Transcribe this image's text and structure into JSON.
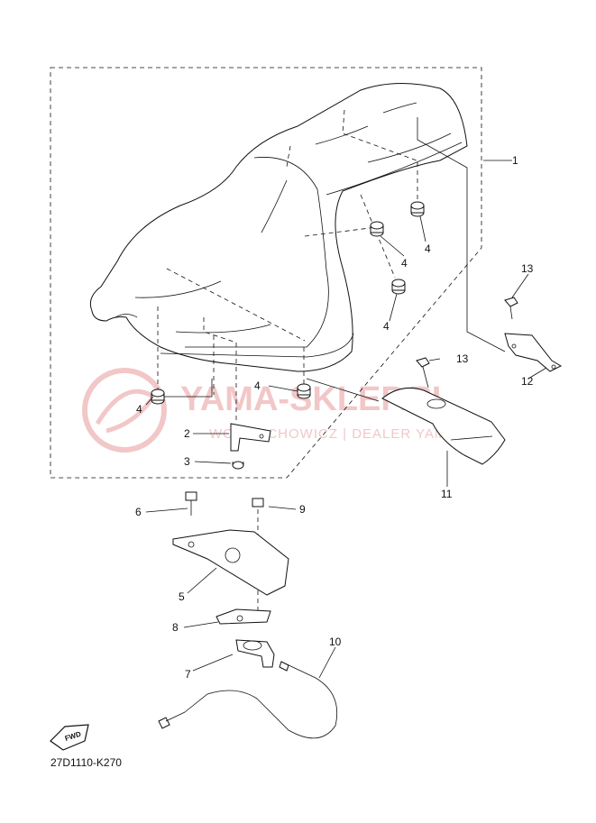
{
  "diagram": {
    "part_code": "27D1110-K270",
    "direction_label": "FWD",
    "watermark": {
      "brand": "YAMA-SKLEP.PL",
      "subtitle": "WOJCIECHOWICZ | DEALER YAMAHA",
      "color": "#f2c7c7"
    },
    "callouts": {
      "c1": "1",
      "c2": "2",
      "c3": "3",
      "c4a": "4",
      "c4b": "4",
      "c4c": "4",
      "c4d": "4",
      "c4e": "4",
      "c5": "5",
      "c6": "6",
      "c7": "7",
      "c8": "8",
      "c9": "9",
      "c10": "10",
      "c11": "11",
      "c12": "12",
      "c13a": "13",
      "c13b": "13"
    }
  }
}
